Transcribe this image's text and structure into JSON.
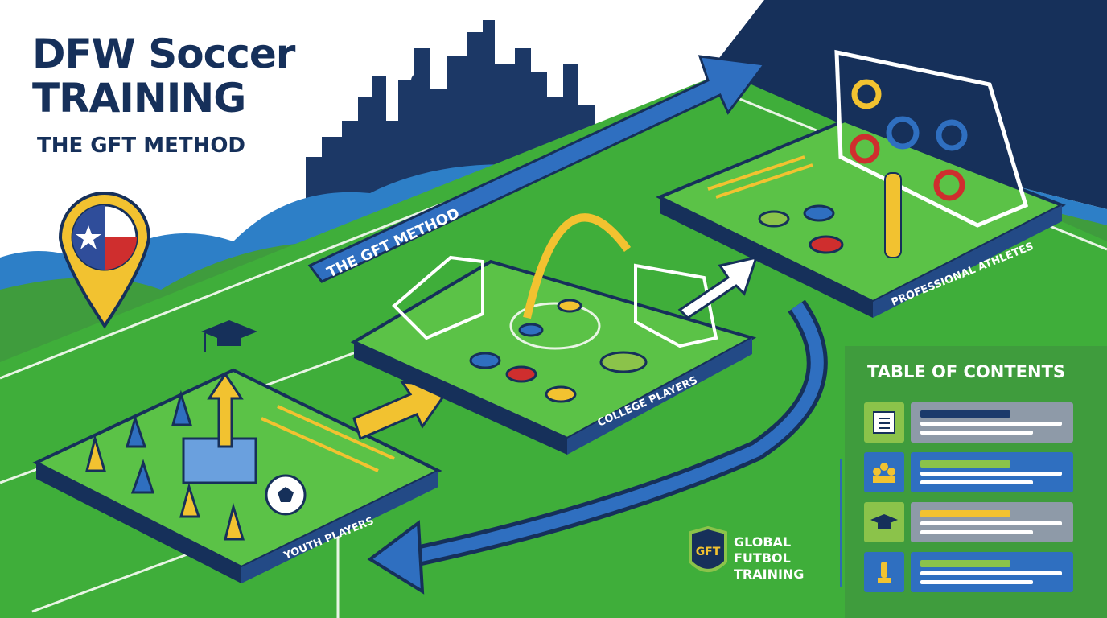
{
  "title": {
    "line1": "DFW Soccer",
    "line2": "TRAINING",
    "subtitle": "THE GFT METHOD"
  },
  "path": {
    "arrow_label": "THE GFT METHOD"
  },
  "stages": [
    {
      "label": "YOUTH PLAYERS"
    },
    {
      "label": "COLLEGE PLAYERS"
    },
    {
      "label": "PROFESSIONAL ATHLETES"
    }
  ],
  "toc": {
    "heading": "TABLE OF CONTENTS",
    "items": [
      {
        "icon": "checklist-icon",
        "accent": "#1b3a6b"
      },
      {
        "icon": "team-icon",
        "accent": "#8bc34a"
      },
      {
        "icon": "graduation-cap-icon",
        "accent": "#f2c230"
      },
      {
        "icon": "trophy-icon",
        "accent": "#8bc34a"
      }
    ]
  },
  "logo": {
    "monogram": "GFT",
    "line1": "GLOBAL",
    "line2": "FUTBOL",
    "line3": "TRAINING"
  },
  "colors": {
    "navy": "#16305a",
    "field": "#3fae3a",
    "field_dark": "#2e8f2e",
    "blue": "#2f6fc0",
    "yellow": "#f2c230",
    "red": "#cf2e2e"
  }
}
